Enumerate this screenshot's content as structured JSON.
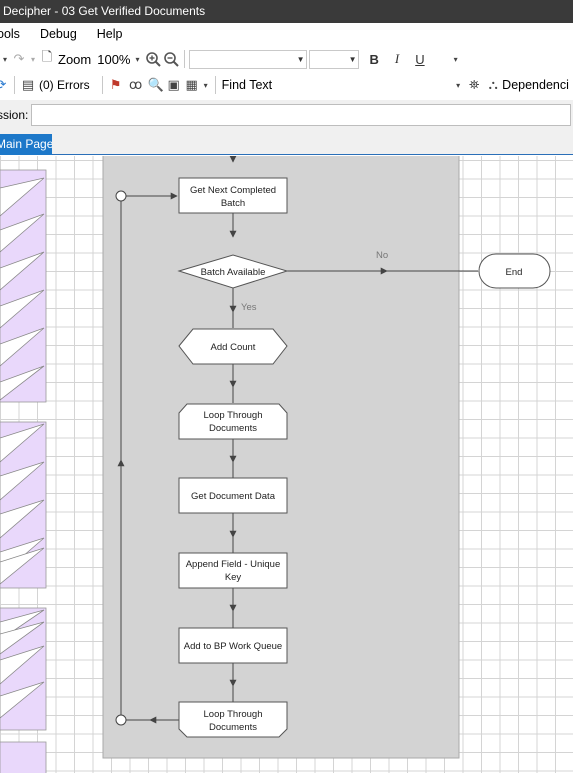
{
  "window": {
    "title": "Decipher - 03 Get Verified Documents"
  },
  "menu": {
    "items": [
      "ools",
      "Debug",
      "Help"
    ]
  },
  "toolbar1": {
    "zoom_label": "Zoom",
    "zoom_value": "100%"
  },
  "format": {
    "bold": "B",
    "italic": "I",
    "underline": "U"
  },
  "toolbar2": {
    "errors_label": "(0) Errors",
    "find_text": "Find Text",
    "dependencies": "Dependenci"
  },
  "session": {
    "label": "ssion:",
    "value": ""
  },
  "tabs": [
    {
      "label": "Main Page"
    }
  ],
  "flow": {
    "stages": {
      "get_next": [
        "Get Next Completed",
        "Batch"
      ],
      "batch_available": "Batch Available",
      "end": "End",
      "add_count": "Add Count",
      "loop_start": [
        "Loop Through",
        "Documents"
      ],
      "get_doc_data": "Get Document Data",
      "append_field": [
        "Append Field - Unique",
        "Key"
      ],
      "add_to_queue": "Add to BP Work Queue",
      "loop_end": [
        "Loop Through",
        "Documents"
      ]
    },
    "labels": {
      "no": "No",
      "yes": "Yes"
    }
  },
  "colors": {
    "tab_blue": "#1d78c9",
    "block_fill": "#d3d3d3",
    "lane_purple": "#e9d8fb",
    "titlebar": "#3a3a3a"
  }
}
